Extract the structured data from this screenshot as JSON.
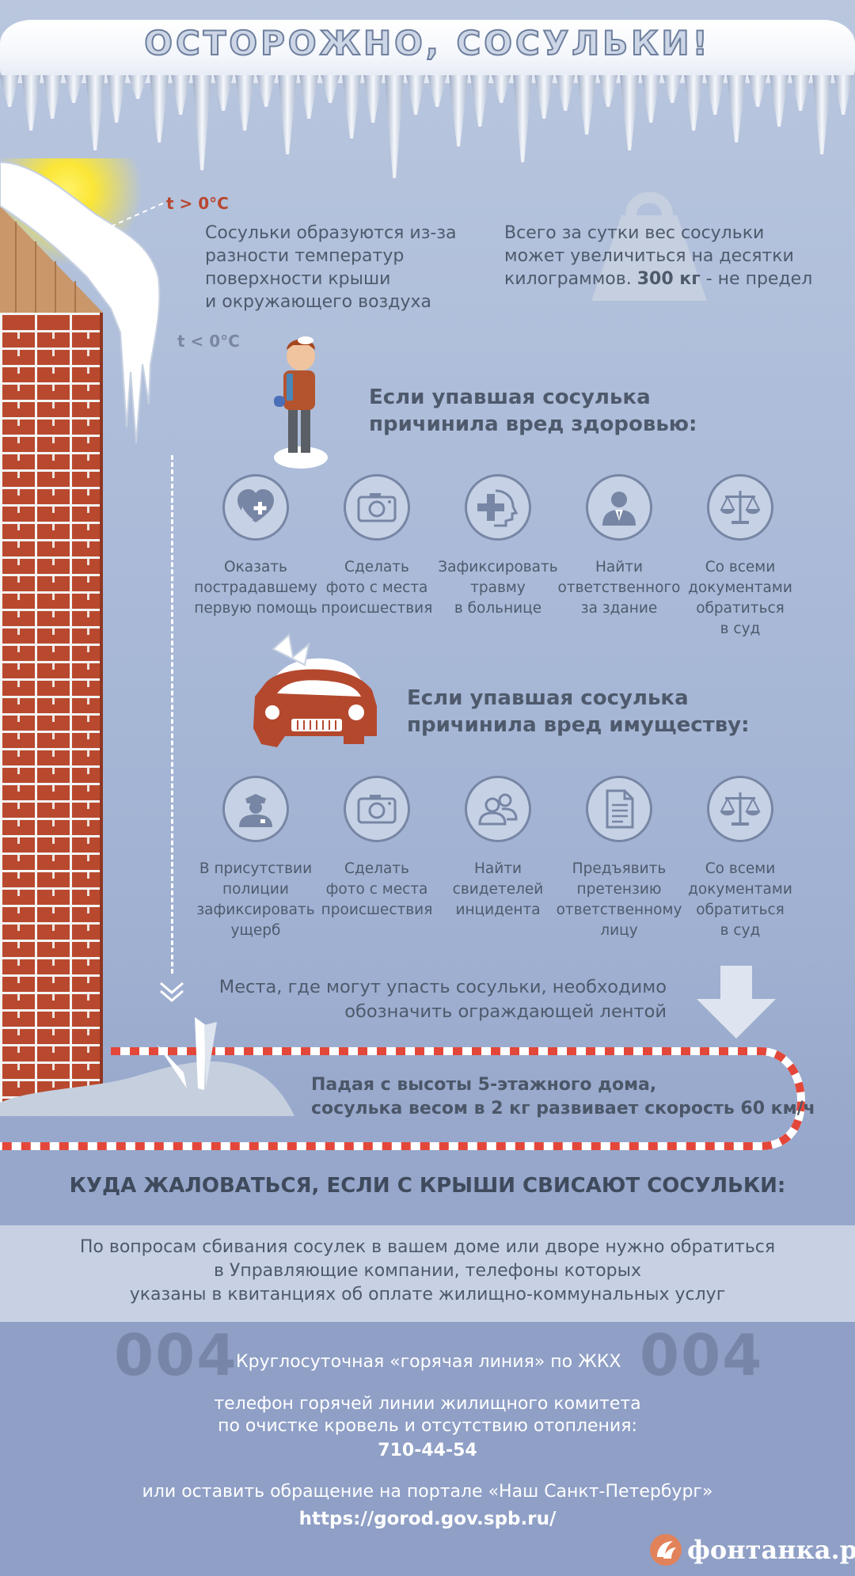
{
  "header": {
    "title": "ОСТОРОЖНО, СОСУЛЬКИ!"
  },
  "temps": {
    "warm": "t > 0°C",
    "cold": "t < 0°C"
  },
  "intro": {
    "left": [
      "Сосульки образуются из-за",
      "разности температур",
      "поверхности крыши",
      "и окружающего воздуха"
    ],
    "right_l1": "Всего за сутки вес сосульки",
    "right_l2": "может увеличиться на десятки",
    "right_l3_a": "килограммов. ",
    "right_l3_b": "300 кг",
    "right_l3_c": " - не предел"
  },
  "health": {
    "heading": [
      "Если упавшая сосулька",
      "причинила вред здоровью:"
    ],
    "steps": [
      {
        "icon": "heart-hand-icon",
        "lines": [
          "Оказать",
          "пострадавшему",
          "первую помощь"
        ]
      },
      {
        "icon": "camera-icon",
        "lines": [
          "Сделать",
          "фото с места",
          "происшествия"
        ]
      },
      {
        "icon": "medical-cross-icon",
        "lines": [
          "Зафиксировать",
          "травму",
          "в больнице"
        ]
      },
      {
        "icon": "person-suit-icon",
        "lines": [
          "Найти",
          "ответственного",
          "за здание"
        ]
      },
      {
        "icon": "scales-icon",
        "lines": [
          "Со всеми",
          "документами",
          "обратиться",
          "в суд"
        ]
      }
    ]
  },
  "property": {
    "heading": [
      "Если упавшая сосулька",
      "причинила вред имуществу:"
    ],
    "steps": [
      {
        "icon": "police-officer-icon",
        "lines": [
          "В присутствии",
          "полиции",
          "зафиксировать",
          "ущерб"
        ]
      },
      {
        "icon": "camera-icon",
        "lines": [
          "Сделать",
          "фото с места",
          "происшествия"
        ]
      },
      {
        "icon": "witnesses-icon",
        "lines": [
          "Найти",
          "свидетелей",
          "инцидента"
        ]
      },
      {
        "icon": "document-icon",
        "lines": [
          "Предъявить",
          "претензию",
          "ответственному",
          "лицу"
        ]
      },
      {
        "icon": "scales-icon",
        "lines": [
          "Со всеми",
          "документами",
          "обратиться",
          "в суд"
        ]
      }
    ]
  },
  "warning": [
    "Места, где могут упасть сосульки, необходимо",
    "обозначить ограждающей лентой"
  ],
  "fact": [
    "Падая с высоты 5-этажного дома,",
    "сосулька весом в 2 кг развивает скорость 60 км/ч"
  ],
  "complain": {
    "heading": "КУДА ЖАЛОВАТЬСЯ, ЕСЛИ С КРЫШИ СВИСАЮТ СОСУЛЬКИ:",
    "info": [
      "По вопросам сбивания сосулек в вашем доме или дворе нужно обратиться",
      "в Управляющие компании, телефоны которых",
      "указаны в квитанциях об оплате жилищно-коммунальных услуг"
    ]
  },
  "hotline": {
    "number": "004",
    "label": "Круглосуточная «горячая линия» по ЖКХ",
    "committee": [
      "телефон горячей линии жилищного комитета",
      "по очистке кровель и отсутствию отопления:"
    ],
    "phone": "710-44-54",
    "portal_text": "или оставить обращение на портале «Наш Санкт-Петербург»",
    "portal_url": "https://gorod.gov.spb.ru/"
  },
  "logo": {
    "text": "фонтанка.ру"
  },
  "colors": {
    "brick": "#b9492e",
    "accent_text": "#4e5a6c",
    "tape_red": "#e3473a",
    "warm_temp": "#b9462f",
    "cold_temp": "#7a87a1"
  }
}
